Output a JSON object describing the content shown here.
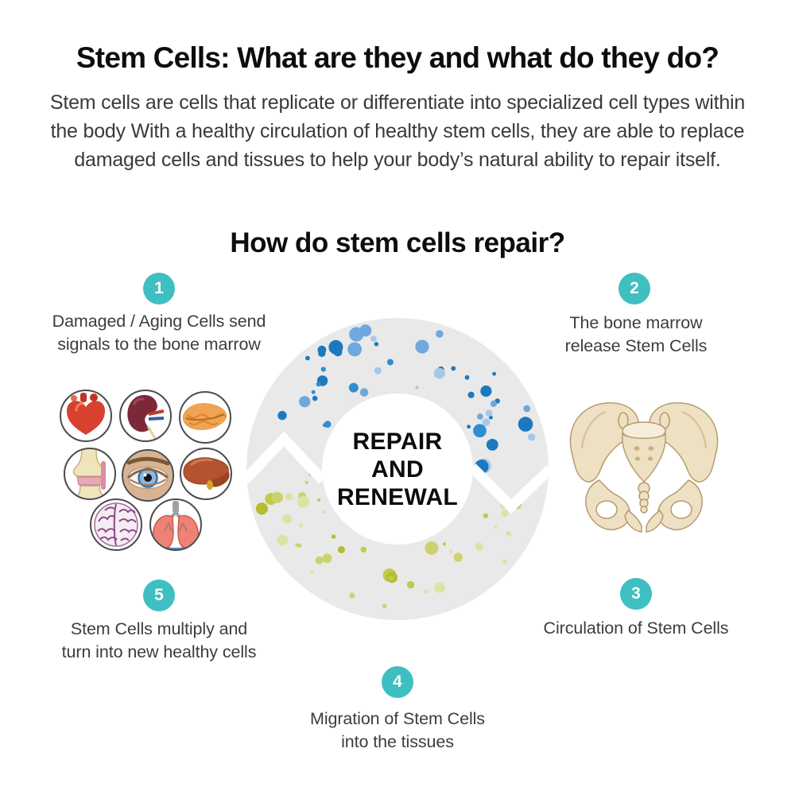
{
  "header": {
    "title": "Stem Cells: What are they and what do they do?",
    "description": "Stem cells are cells that replicate or differentiate into specialized cell types within the body With a healthy circulation of healthy stem cells, they are able to replace damaged cells and tissues to help your body’s natural ability to repair itself."
  },
  "section": {
    "title": "How do stem cells repair?"
  },
  "cycle": {
    "center_label": {
      "line1": "REPAIR",
      "line2": "AND",
      "line3": "RENEWAL"
    },
    "direction": "clockwise",
    "steps": [
      {
        "number": "1",
        "label": "Damaged / Aging Cells send\nsignals to the bone marrow"
      },
      {
        "number": "2",
        "label": "The bone marrow\nrelease Stem Cells"
      },
      {
        "number": "3",
        "label": "Circulation of Stem Cells"
      },
      {
        "number": "4",
        "label": "Migration of Stem Cells\ninto the tissues"
      },
      {
        "number": "5",
        "label": "Stem Cells multiply and\nturn into new healthy cells"
      }
    ]
  },
  "illustrations": {
    "organs": [
      "heart",
      "kidney",
      "pancreas",
      "knee-joint",
      "eye",
      "liver",
      "brain",
      "lungs"
    ],
    "bone": "pelvis"
  },
  "colors": {
    "accent_teal": "#3FBFC2",
    "ring_gray": "#E9E9E9",
    "blue_dots": [
      "#1B79C0",
      "#2E8FD0",
      "#6FA8DC",
      "#A4C8E8",
      "#1B79C0"
    ],
    "olive_dots": [
      "#B4BD2E",
      "#CCD36E",
      "#DDE3A4",
      "#C2CA4A"
    ],
    "text_dark": "#0D0D0D",
    "text_body": "#3D3D3D"
  }
}
